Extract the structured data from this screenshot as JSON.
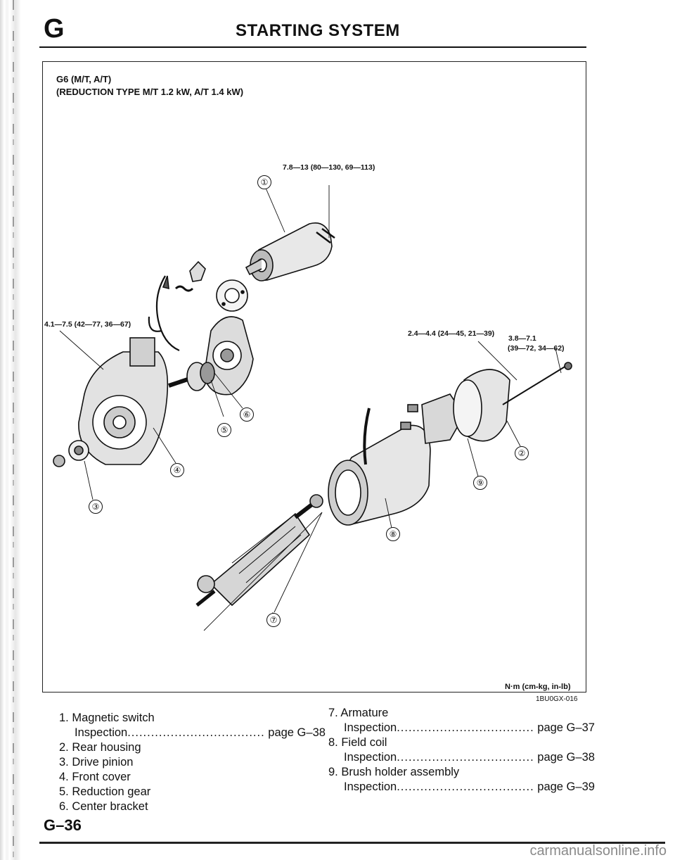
{
  "header": {
    "section_letter": "G",
    "title": "STARTING SYSTEM"
  },
  "figure": {
    "title_line1": "G6 (M/T, A/T)",
    "title_line2": "(REDUCTION TYPE M/T 1.2 kW, A/T 1.4 kW)",
    "torque_specs": {
      "t1": "7.8—13 (80—130, 69—113)",
      "t2": "4.1—7.5 (42—77, 36—67)",
      "t3": "2.4—4.4 (24—45, 21—39)",
      "t4_line1": "3.8—7.1",
      "t4_line2": "(39—72, 34—62)"
    },
    "callouts": {
      "c1": "①",
      "c2": "②",
      "c3": "③",
      "c4": "④",
      "c5": "⑤",
      "c6": "⑥",
      "c7": "⑦",
      "c8": "⑧",
      "c9": "⑨"
    },
    "units": "N·m (cm-kg, in-lb)",
    "code": "1BU0GX-016"
  },
  "legend_left": {
    "i1": "1. Magnetic switch",
    "i1_sub": "Inspection",
    "i1_dots": "...................................",
    "i1_page": "page G–38",
    "i2": "2. Rear housing",
    "i3": "3. Drive pinion",
    "i4": "4. Front cover",
    "i5": "5. Reduction gear",
    "i6": "6. Center bracket"
  },
  "legend_right": {
    "i7": "7. Armature",
    "i7_sub": "Inspection",
    "i7_dots": "...................................",
    "i7_page": "page G–37",
    "i8": "8. Field coil",
    "i8_sub": "Inspection",
    "i8_dots": "...................................",
    "i8_page": "page G–38",
    "i9": "9. Brush holder assembly",
    "i9_sub": "Inspection",
    "i9_dots": "...................................",
    "i9_page": "page G–39"
  },
  "footer": {
    "page_number": "G–36",
    "watermark": "carmanualsonline.info"
  }
}
